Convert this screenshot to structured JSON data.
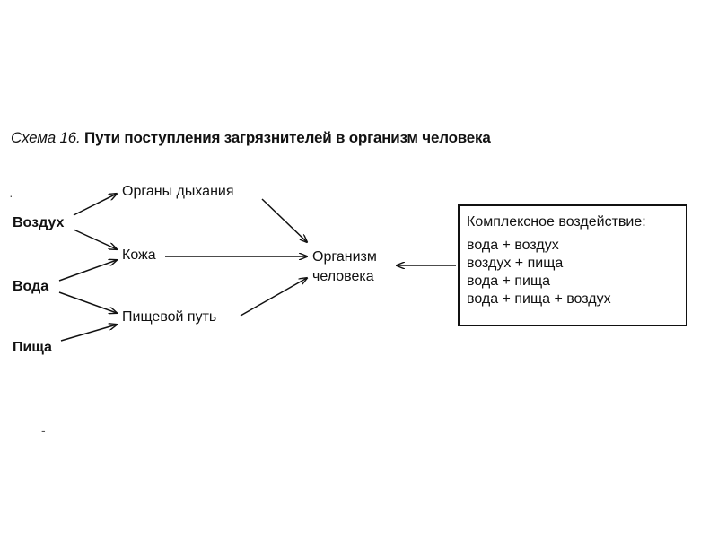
{
  "caption": {
    "lead": "Схема 16.",
    "title": "Пути поступления загрязнителей в организм человека"
  },
  "sources": {
    "air": "Воздух",
    "water": "Вода",
    "food": "Пища"
  },
  "routes": {
    "respiratory": "Органы дыхания",
    "skin": "Кожа",
    "digestive": "Пищевой путь"
  },
  "target": {
    "line1": "Организм",
    "line2": "человека"
  },
  "complex": {
    "title": "Комплексное воздействие:",
    "items": [
      "вода + воздух",
      "воздух + пища",
      "вода + пища",
      "вода + пища + воздух"
    ]
  }
}
